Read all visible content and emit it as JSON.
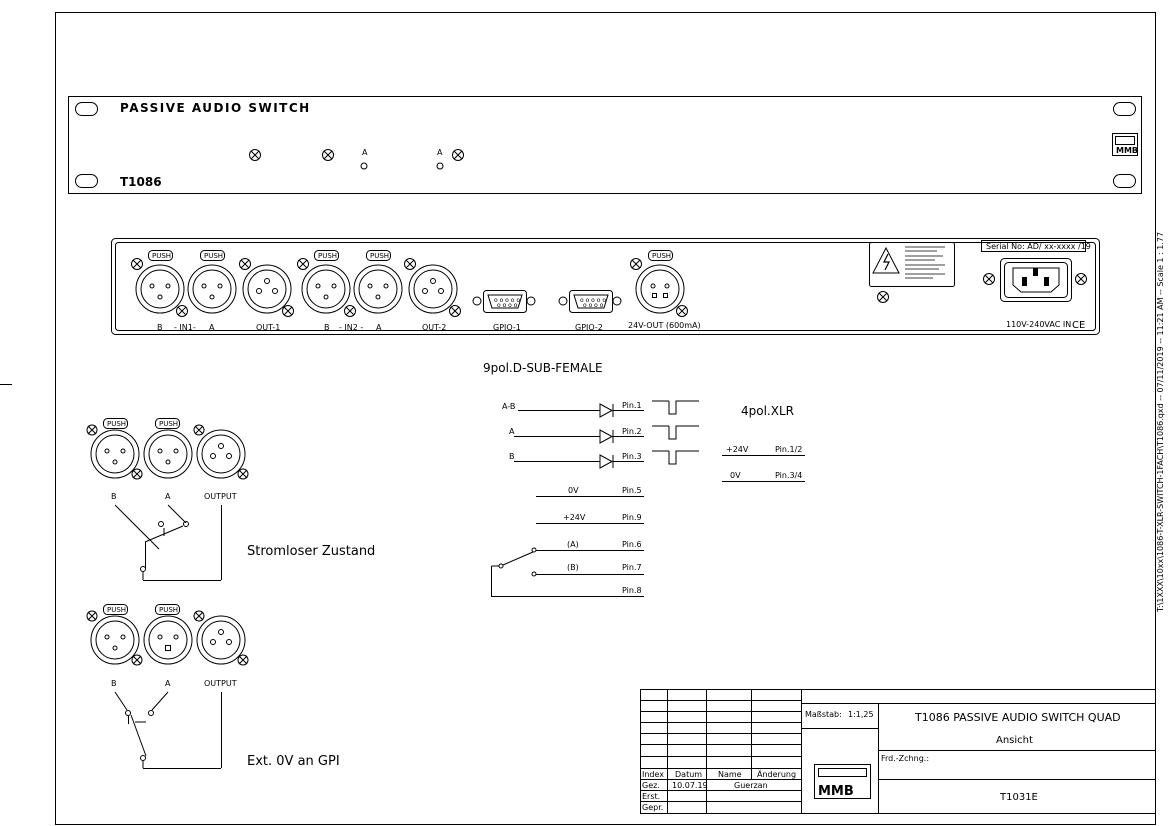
{
  "front_panel": {
    "title": "PASSIVE AUDIO SWITCH",
    "model": "T1086",
    "indicator_a1": "A",
    "indicator_a2": "A",
    "logo": "MMB"
  },
  "rear_panel": {
    "push": "PUSH",
    "label_in1_b": "B",
    "label_in1": "- IN1-",
    "label_in1_a": "A",
    "label_out1": "OUT-1",
    "label_in2_b": "B",
    "label_in2": "- IN2 -",
    "label_in2_a": "A",
    "label_out2": "OUT-2",
    "label_gpio1": "GPIO-1",
    "label_gpio2": "GPIO-2",
    "label_24v": "24V-OUT (600mA)",
    "serial": "Serial No: AD/ xx-xxxx /19",
    "power": "110V-240VAC IN",
    "ce": "CE"
  },
  "dsub": {
    "title": "9pol.D-SUB-FEMALE",
    "in_ab": "A-B",
    "in_a": "A",
    "in_b": "B",
    "pin1": "Pin.1",
    "pin2": "Pin.2",
    "pin3": "Pin.3",
    "ov": "0V",
    "pin5": "Pin.5",
    "p24": "+24V",
    "pin9": "Pin.9",
    "a_paren": "(A)",
    "pin6": "Pin.6",
    "b_paren": "(B)",
    "pin7": "Pin.7",
    "pin8": "Pin.8"
  },
  "xlr4": {
    "title": "4pol.XLR",
    "p24": "+24V",
    "pin12": "Pin.1/2",
    "ov": "0V",
    "pin34": "Pin.3/4"
  },
  "schematic1": {
    "push": "PUSH",
    "label_b": "B",
    "label_a": "A",
    "label_out": "OUTPUT",
    "caption": "Stromloser Zustand"
  },
  "schematic2": {
    "push": "PUSH",
    "label_b": "B",
    "label_a": "A",
    "label_out": "OUTPUT",
    "caption": "Ext. 0V an GPI"
  },
  "title_block": {
    "massstab_label": "Maßstab:",
    "massstab_value": "1:1,25",
    "title": "T1086 PASSIVE AUDIO SWITCH QUAD",
    "subtitle": "Ansicht",
    "frd": "Frd.-Zchng.:",
    "drawing_no": "T1031E",
    "index": "Index",
    "datum": "Datum",
    "name": "Name",
    "aenderung": "Änderung",
    "gez": "Gez.",
    "gez_date": "10.07.19",
    "gez_name": "Guerzan",
    "erst": "Erst.",
    "gepr": "Gepr.",
    "logo": "MMB"
  },
  "side_note": "T:\\1XXX\\10xx\\1086-T-XLR-SWITCH-1FACH\\T1086.qxd -- 07/11/2019 -- 11:21 AM -- Scale 1 : 1.77"
}
